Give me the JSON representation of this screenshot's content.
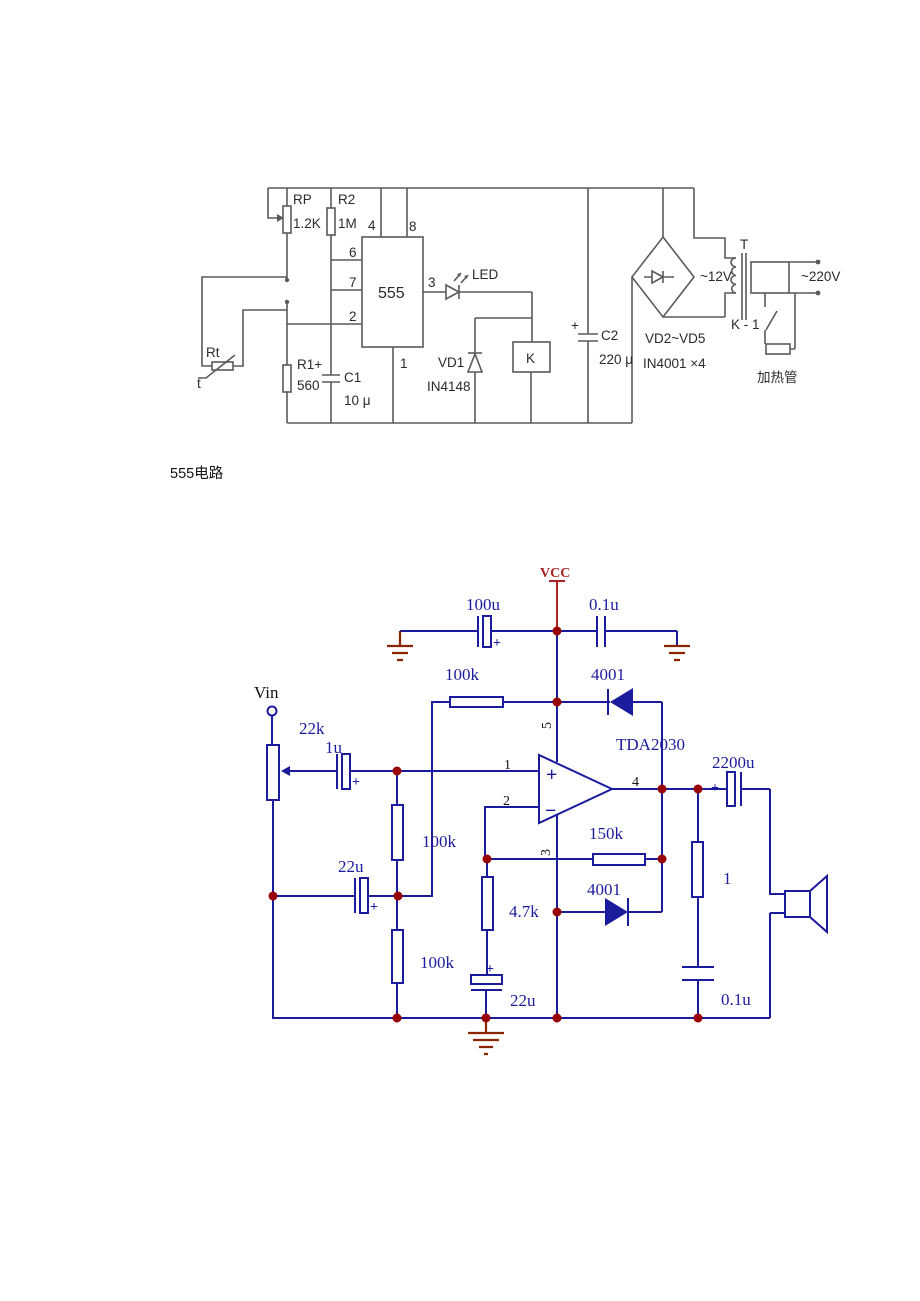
{
  "caption": "555电路",
  "top": {
    "rp": "RP",
    "rp_val": "1.2K",
    "r2": "R2",
    "r2_val": "1M",
    "pin4": "4",
    "pin8": "8",
    "pin6": "6",
    "pin7": "7",
    "pin2": "2",
    "pin3": "3",
    "pin1": "1",
    "ic": "555",
    "led": "LED",
    "vd1": "VD1",
    "vd1_val": "IN4148",
    "relay": "K",
    "plus": "+",
    "c2": "C2",
    "c2_val": "220 μ",
    "bridge": "VD2~VD5",
    "bridge_val": "IN4001 ×4",
    "v12": "~12V",
    "t": "T",
    "v220": "~220V",
    "k1": "K - 1",
    "heater": "加热管",
    "rt": "Rt",
    "rt_t": "t",
    "r1": "R1+",
    "r1_val": "560",
    "c1": "C1",
    "c1_val": "10 μ"
  },
  "bottom": {
    "vcc": "VCC",
    "c100u": "100u",
    "c01u_top": "0.1u",
    "r100k_fb": "100k",
    "d_top": "4001",
    "vin": "Vin",
    "r22k": "22k",
    "c1u": "1u",
    "ic": "TDA2030",
    "pin1": "1",
    "pin2": "2",
    "pin3": "3",
    "pin4": "4",
    "pin5": "5",
    "plus": "+",
    "minus": "−",
    "c2200u": "2200u",
    "r100k_mid": "100k",
    "r150k": "150k",
    "c22u_fb": "22u",
    "r47k": "4.7k",
    "d_bot": "4001",
    "r1": "1",
    "r100k_bot": "100k",
    "c22u_bot": "22u",
    "c01u_bot": "0.1u"
  },
  "colors": {
    "circuit1_line": "#5a5a5a",
    "circuit2_line": "#1b1b9e",
    "junction_dot": "#990000",
    "ground": "#8b2500",
    "vcc_red": "#aa2222"
  }
}
